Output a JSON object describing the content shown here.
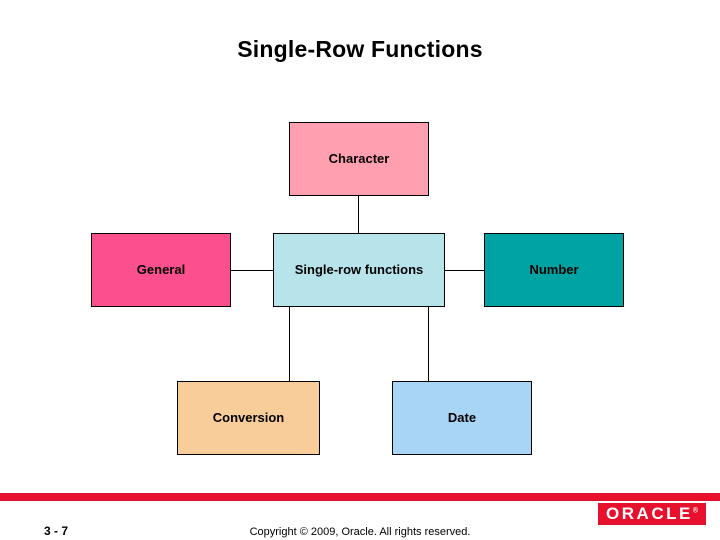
{
  "slide": {
    "title": "Single-Row Functions",
    "page_number": "3 - 7",
    "copyright": "Copyright © 2009, Oracle. All rights reserved.",
    "brand": "ORACLE",
    "brand_tm": "®",
    "accent_color": "#e8112d"
  },
  "diagram": {
    "type": "hub-and-spoke",
    "center": {
      "label": "Single-row functions",
      "color": "#b7e3ea"
    },
    "nodes": [
      {
        "id": "character",
        "label": "Character",
        "color": "#ff9fb0"
      },
      {
        "id": "general",
        "label": "General",
        "color": "#fc4f8e"
      },
      {
        "id": "number",
        "label": "Number",
        "color": "#00a3a3"
      },
      {
        "id": "conversion",
        "label": "Conversion",
        "color": "#f9cd9a"
      },
      {
        "id": "date",
        "label": "Date",
        "color": "#a8d4f5"
      }
    ]
  }
}
